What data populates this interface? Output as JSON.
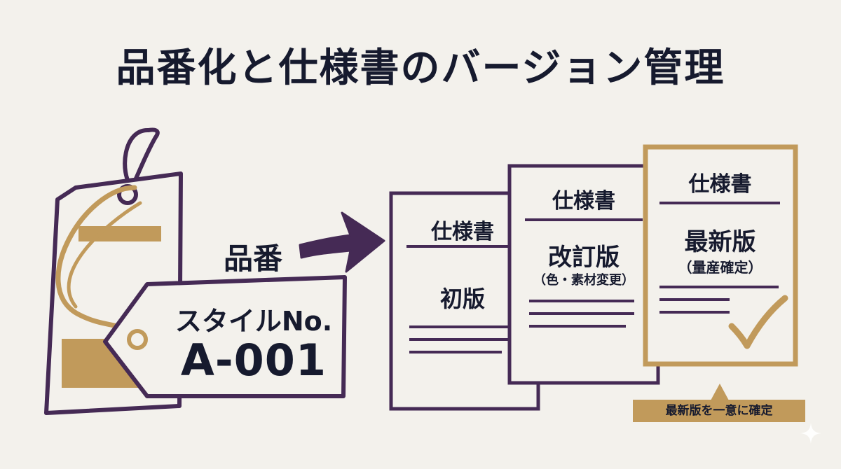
{
  "title": "品番化と仕様書のバージョン管理",
  "tag": {
    "hinban_label": "品番",
    "style_no_label": "スタイルNo.",
    "style_code": "A-001"
  },
  "documents": [
    {
      "title": "仕様書",
      "version": "初版",
      "note": ""
    },
    {
      "title": "仕様書",
      "version": "改訂版",
      "note": "（色・素材変更）"
    },
    {
      "title": "仕様書",
      "version": "最新版",
      "note": "（量産確定）"
    }
  ],
  "callout": {
    "text": "最新版を一意に確定"
  },
  "colors": {
    "background": "#f3f1ec",
    "outline": "#452a55",
    "accent_gold": "#c19a5b",
    "text": "#161a2e"
  },
  "icons": [
    "hang-tag-icon",
    "arrow-right-icon",
    "checkmark-icon",
    "sparkle-icon"
  ]
}
